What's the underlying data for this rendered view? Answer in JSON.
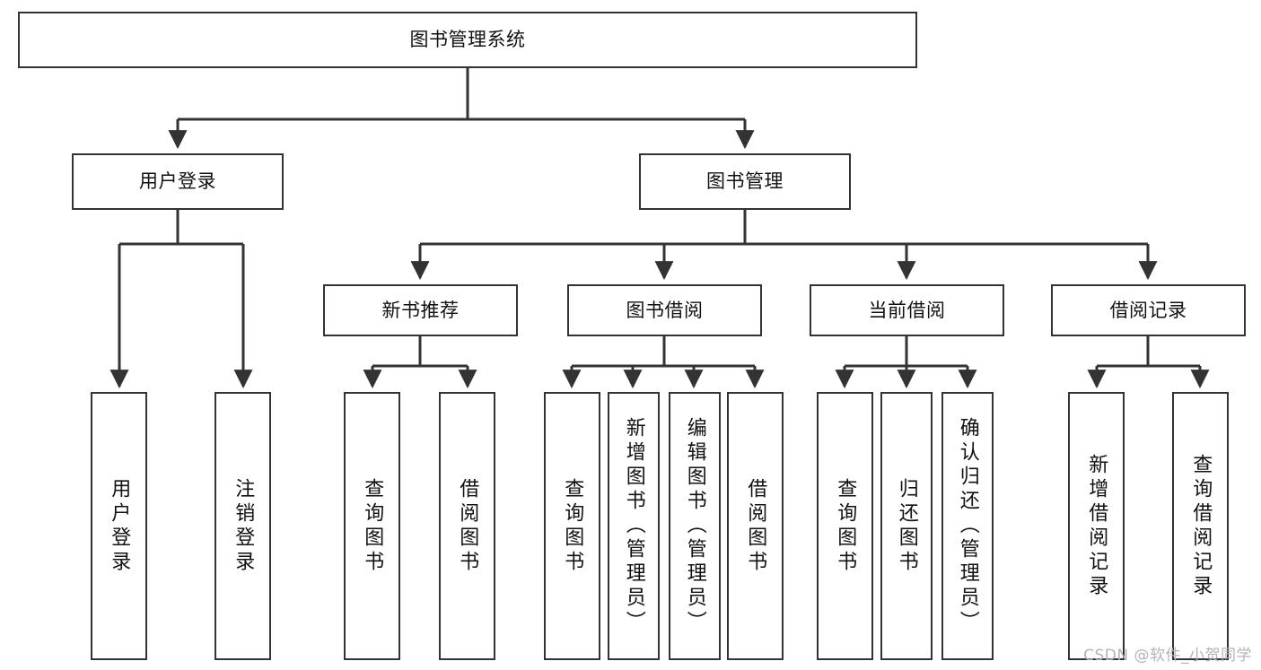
{
  "diagram": {
    "title_box": {
      "label": "图书管理系统"
    },
    "level2": [
      {
        "key": "user_login",
        "label": "用户登录"
      },
      {
        "key": "book_manage",
        "label": "图书管理"
      }
    ],
    "level3": [
      {
        "key": "new_book_rec",
        "label": "新书推荐"
      },
      {
        "key": "book_borrow",
        "label": "图书借阅"
      },
      {
        "key": "current_borrow",
        "label": "当前借阅"
      },
      {
        "key": "borrow_record",
        "label": "借阅记录"
      }
    ],
    "leaves": {
      "user_login": [
        {
          "key": "leaf-user-login",
          "label": "用户登录"
        },
        {
          "key": "leaf-logout",
          "label": "注销登录"
        }
      ],
      "new_book_rec": [
        {
          "key": "leaf-query-book-1",
          "label": "查询图书"
        },
        {
          "key": "leaf-borrow-book-1",
          "label": "借阅图书"
        }
      ],
      "book_borrow": [
        {
          "key": "leaf-query-book-2",
          "label": "查询图书"
        },
        {
          "key": "leaf-add-book",
          "label": "新增图书（管理员）"
        },
        {
          "key": "leaf-edit-book",
          "label": "编辑图书（管理员）"
        },
        {
          "key": "leaf-borrow-book-2",
          "label": "借阅图书"
        }
      ],
      "current_borrow": [
        {
          "key": "leaf-query-book-3",
          "label": "查询图书"
        },
        {
          "key": "leaf-return-book",
          "label": "归还图书"
        },
        {
          "key": "leaf-confirm-return",
          "label": "确认归还（管理员）"
        }
      ],
      "borrow_record": [
        {
          "key": "leaf-add-record",
          "label": "新增借阅记录"
        },
        {
          "key": "leaf-query-record",
          "label": "查询借阅记录"
        }
      ]
    }
  },
  "watermark": {
    "text": "CSDN @软件_小贺同学"
  },
  "colors": {
    "stroke": "#333333",
    "background": "#ffffff",
    "text": "#111111",
    "watermark": "#b4b4b4"
  }
}
